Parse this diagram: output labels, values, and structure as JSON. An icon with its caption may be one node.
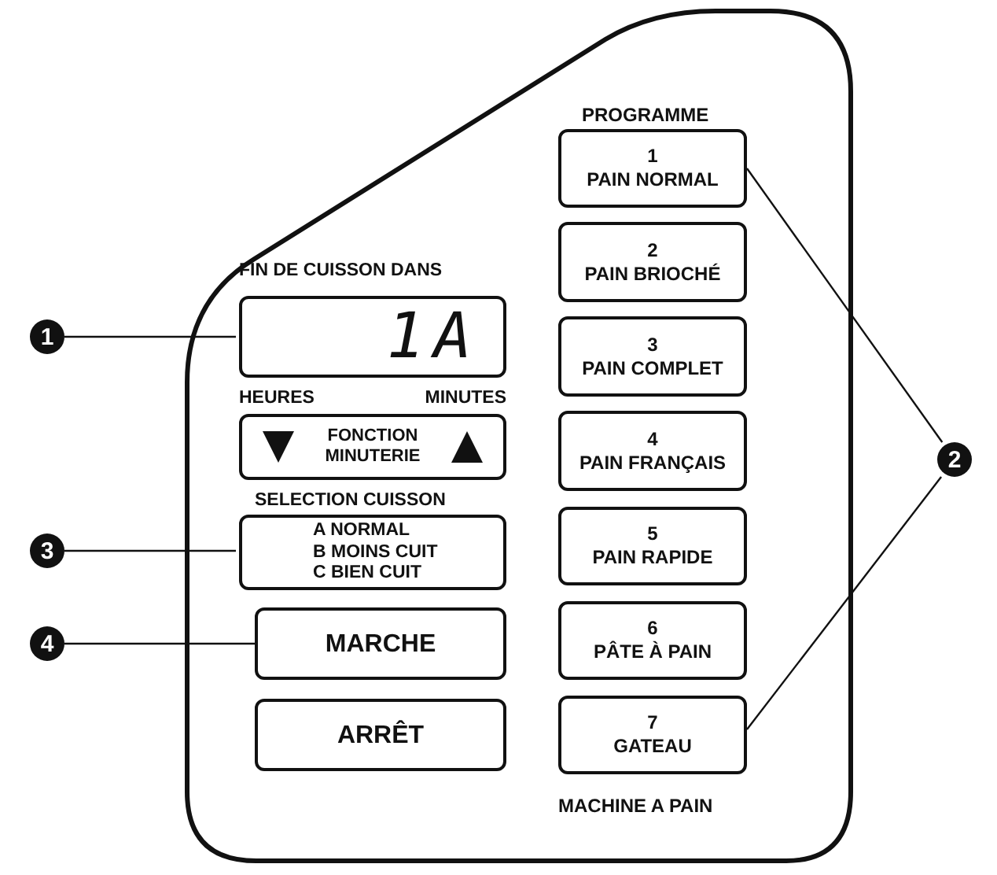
{
  "diagram": {
    "nodes": [
      {
        "text": [],
        "shape": "box"
      },
      {
        "text": [
          "1"
        ]
      },
      {
        "text": [
          "FIN DE CUISSON DANS",
          "1A"
        ],
        "in": 0
      },
      {
        "text": [
          "HEURES",
          "MINUTES",
          "FONCTION MINUTERIE"
        ],
        "in": 0
      },
      {
        "text": [
          "3"
        ]
      },
      {
        "text": [
          "SELECTION CUISSON",
          "A NORMAL",
          "B MOINS CUIT",
          "C BIEN CUIT"
        ],
        "in": 0
      },
      {
        "text": [
          "4"
        ]
      },
      {
        "text": [
          "MARCHE"
        ],
        "in": 0
      },
      {
        "text": [
          "ARRÊT"
        ],
        "in": 0
      },
      {
        "text": [
          "1",
          "PAIN NORMAL"
        ],
        "in": 0
      },
      {
        "text": [
          "2",
          "PAIN BRIOCHÉ"
        ],
        "in": 0
      },
      {
        "text": [
          "3",
          "PAIN COMPLET"
        ],
        "in": 0
      },
      {
        "text": [
          "4",
          "PAIN FRANÇAIS"
        ],
        "in": 0
      },
      {
        "text": [
          "5",
          "PAIN RAPIDE"
        ],
        "in": 0
      },
      {
        "text": [
          "6",
          "PÂTE À PAIN"
        ],
        "in": 0
      },
      {
        "text": [
          "7",
          "GATEAU"
        ],
        "in": 0
      },
      {
        "text": [
          "2"
        ]
      }
    ],
    "edges": [
      {
        "from": 1,
        "to": 2,
        "arrow": "none"
      },
      {
        "from": 4,
        "to": 5,
        "arrow": "none"
      },
      {
        "from": 6,
        "to": 7,
        "arrow": "none"
      },
      {
        "from": 16,
        "to": 9,
        "arrow": "none"
      },
      {
        "from": 16,
        "to": 15,
        "arrow": "none"
      }
    ],
    "labels": [
      "PROGRAMME",
      "MACHINE A PAIN"
    ]
  }
}
